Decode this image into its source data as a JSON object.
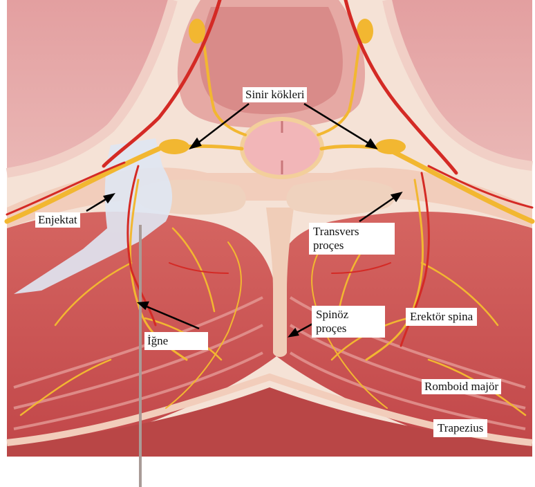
{
  "labels": {
    "nerve_roots": "Sinir kökleri",
    "injectate": "Enjektat",
    "transverse_process_line1": "Transvers",
    "transverse_process_line2": "proçes",
    "spinous_process_line1": "Spinöz",
    "spinous_process_line2": "proçes",
    "erector_spinae": "Erektör spina",
    "needle": "İğne",
    "rhomboid_major": "Romboid majör",
    "trapezius": "Trapezius"
  },
  "colors": {
    "skin": "#e7adac",
    "muscle": "#c9504f",
    "muscle_dark": "#a83f40",
    "fascia": "#f3ddc9",
    "nerve": "#f2b731",
    "artery": "#d42a25",
    "spinal_cord": "#f2b6b8",
    "injectate": "#dfe7f3",
    "needle": "#a99b97"
  }
}
